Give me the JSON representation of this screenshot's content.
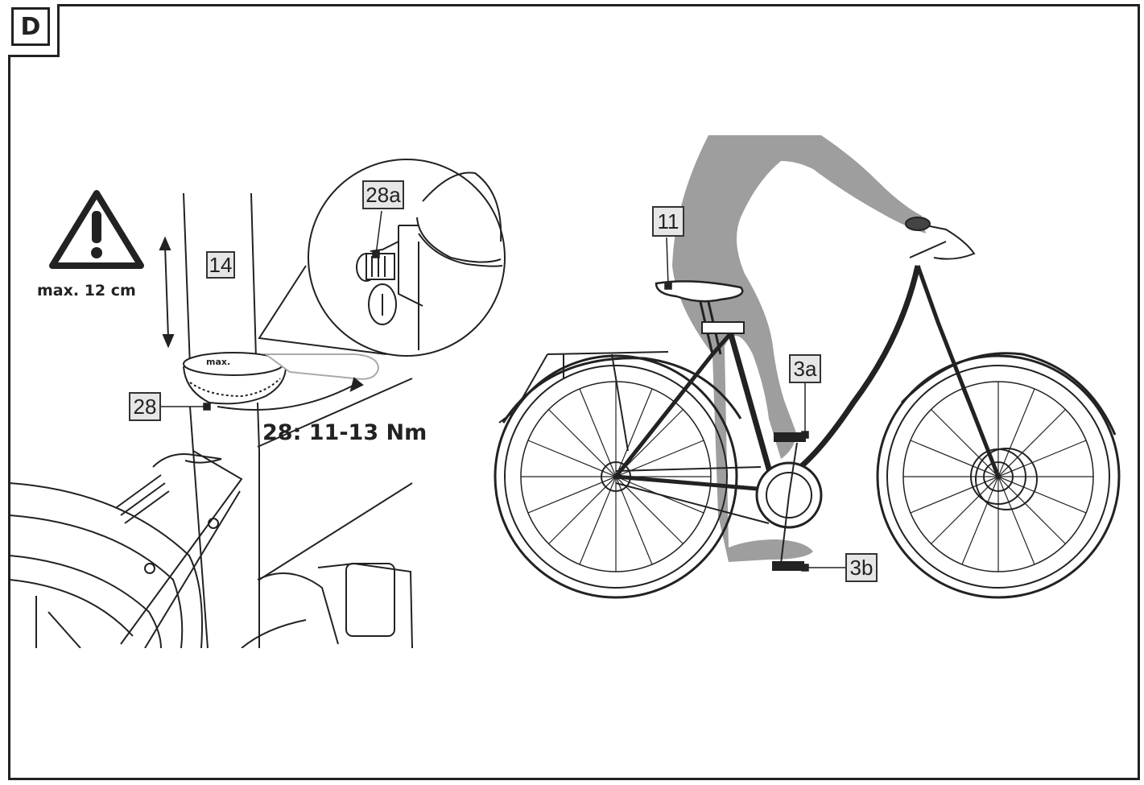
{
  "section_letter": "D",
  "warning": {
    "icon": "warning-triangle-icon",
    "label": "max. 12 cm"
  },
  "seatpost_mark": "max.",
  "torque_spec": "28: 11-13 Nm",
  "callouts": {
    "seatpost": "14",
    "quick_release_lever": "28",
    "adjusting_nut": "28a",
    "saddle": "11",
    "upper_position": "3a",
    "lower_position": "3b"
  },
  "colors": {
    "line": "#222222",
    "rider_silhouette": "#9e9e9e",
    "callout_fill": "#e6e6e6"
  }
}
